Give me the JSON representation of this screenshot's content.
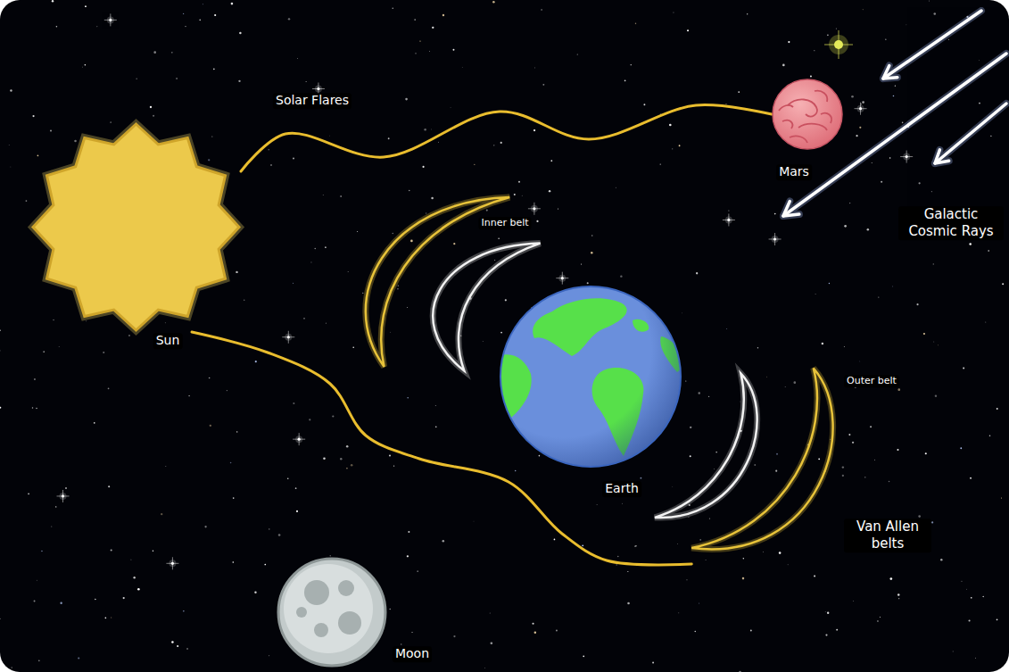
{
  "diagram": {
    "nodes": [
      {
        "text": [
          "Sun"
        ]
      },
      {
        "text": [
          "Mars"
        ]
      },
      {
        "text": [
          "Inner belt"
        ]
      },
      {
        "text": [
          "Earth"
        ]
      },
      {
        "text": [
          "Outer belt"
        ]
      },
      {
        "text": [
          "Moon"
        ]
      }
    ],
    "edges": [
      {
        "from": 0,
        "to": 1,
        "arrow": "none",
        "label": "Solar Flares"
      },
      {
        "from": 0,
        "to": 4,
        "arrow": "none"
      }
    ],
    "labels": [
      "Galactic Cosmic Rays",
      "Van Allen belts"
    ]
  }
}
